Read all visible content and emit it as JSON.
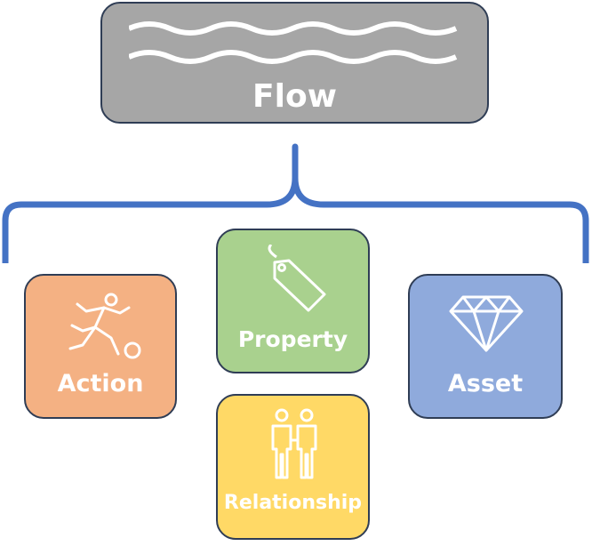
{
  "root": {
    "label": "Flow",
    "icon": "waves-icon",
    "color": "#a6a6a6"
  },
  "children": [
    {
      "label": "Action",
      "icon": "soccer-player-icon",
      "color": "#f4b183"
    },
    {
      "label": "Property",
      "icon": "tag-icon",
      "color": "#a9d18e"
    },
    {
      "label": "Relationship",
      "icon": "couple-icon",
      "color": "#ffd966"
    },
    {
      "label": "Asset",
      "icon": "diamond-icon",
      "color": "#8faadc"
    }
  ],
  "connector_color": "#4472c4",
  "border_color": "#2f3d55"
}
